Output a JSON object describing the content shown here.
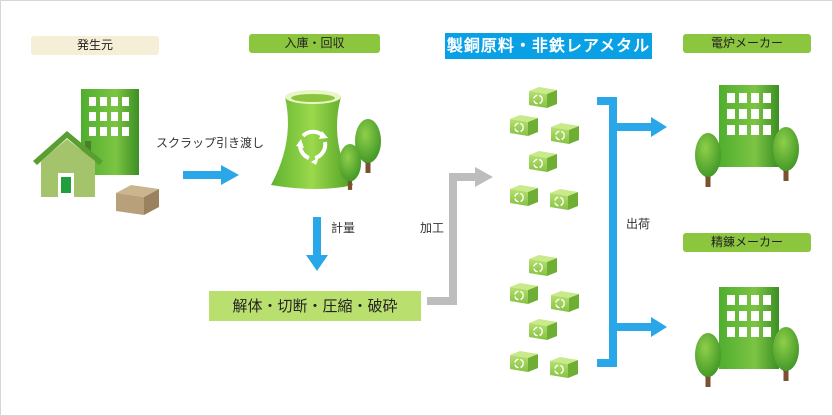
{
  "labels": {
    "source": "発生元",
    "intake": "入庫・回収",
    "material": "製銅原料・非鉄レアメタル",
    "furnace": "電炉メーカー",
    "refining": "精錬メーカー",
    "transfer": "スクラップ引き渡し",
    "weigh": "計量",
    "process": "加工",
    "shipping": "出荷",
    "process_steps": "解体・切断・圧縮・破砕"
  },
  "colors": {
    "green": "#8cc63f",
    "dark_green": "#3a8f2a",
    "blue": "#2aa7e8",
    "cream": "#f4efd6",
    "gray": "#bdbdbd",
    "box": "#9fd05a",
    "trunk": "#7a5230"
  },
  "icons": [
    "house-icon",
    "building-icon",
    "cardboard-box-icon",
    "recycle-tower-icon",
    "tree-icon",
    "recycle-box-icon",
    "factory-building-icon"
  ]
}
